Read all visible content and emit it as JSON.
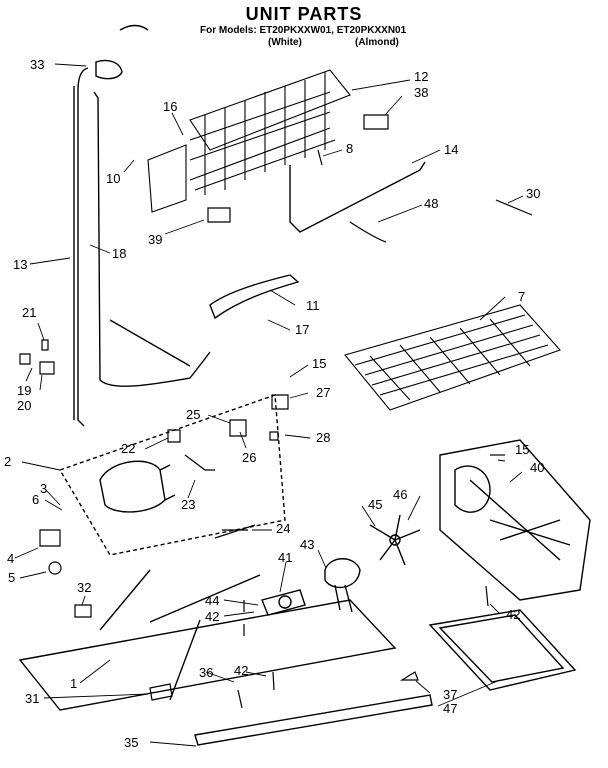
{
  "header": {
    "title": "UNIT PARTS",
    "models_line": "For Models: ET20PKXXW01, ET20PKXXN01",
    "color_white": "(White)",
    "color_almond": "(Almond)"
  },
  "callouts": [
    "33",
    "12",
    "38",
    "16",
    "8",
    "14",
    "10",
    "30",
    "48",
    "39",
    "13",
    "18",
    "11",
    "7",
    "21",
    "17",
    "15",
    "19",
    "20",
    "27",
    "25",
    "28",
    "22",
    "26",
    "2",
    "15",
    "40",
    "3",
    "23",
    "6",
    "24",
    "46",
    "45",
    "4",
    "41",
    "43",
    "5",
    "32",
    "44",
    "42",
    "42",
    "42",
    "36",
    "1",
    "37",
    "31",
    "47",
    "35"
  ]
}
